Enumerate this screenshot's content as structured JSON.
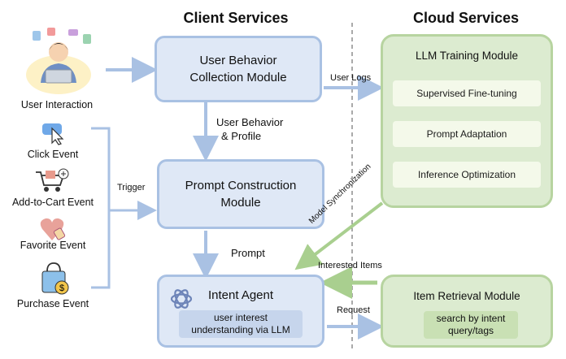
{
  "headers": {
    "client": "Client Services",
    "cloud": "Cloud Services"
  },
  "user": {
    "label": "User Interaction"
  },
  "events": [
    {
      "label": "Click Event",
      "icon": "pointer-click-icon"
    },
    {
      "label": "Add-to-Cart Event",
      "icon": "shopping-cart-icon"
    },
    {
      "label": "Favorite Event",
      "icon": "heart-tag-icon"
    },
    {
      "label": "Purchase Event",
      "icon": "shopping-bag-icon"
    }
  ],
  "modules": {
    "collection": "User Behavior Collection Module",
    "prompt": "Prompt Construction Module",
    "agent_title": "Intent Agent",
    "agent_sub": "user interest understanding via LLM",
    "training_title": "LLM Training Module",
    "training_items": [
      "Supervised Fine-tuning",
      "Prompt Adaptation",
      "Inference Optimization"
    ],
    "retrieval_title": "Item Retrieval Module",
    "retrieval_sub": "search by intent query/tags"
  },
  "edges": {
    "user_logs": "User Logs",
    "user_behavior": "User Behavior",
    "profile": "& Profile",
    "trigger": "Trigger",
    "prompt": "Prompt",
    "model_sync": "Model Synchronization",
    "interested_items": "Interested Items",
    "request": "Request"
  },
  "colors": {
    "blue_fill": "#dfe8f6",
    "blue_border": "#a9c1e3",
    "green_fill": "#dcebd0",
    "green_border": "#b7d4a0",
    "green_arrow": "#a9cf8f"
  }
}
